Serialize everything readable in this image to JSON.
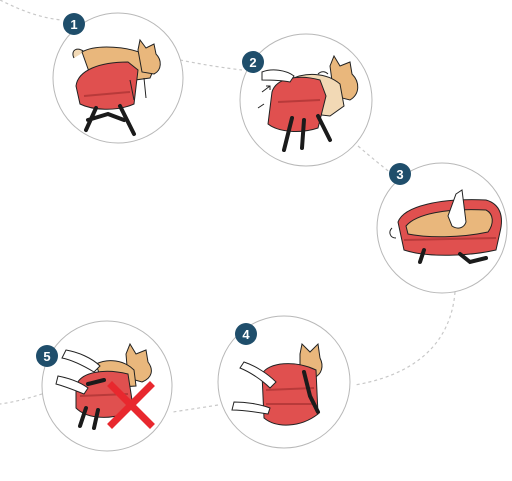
{
  "steps": [
    {
      "number": "1"
    },
    {
      "number": "2"
    },
    {
      "number": "3"
    },
    {
      "number": "4"
    },
    {
      "number": "5"
    }
  ],
  "colors": {
    "badge": "#1f4e6b",
    "carrier_red": "#e0504f",
    "carrier_dark_red": "#b83a3a",
    "dog_tan": "#e9b77c",
    "strap_black": "#1b1b1b",
    "circle_outline": "#b8b8b8",
    "path_line": "#c8c8c8",
    "cross_red": "#e8282e"
  },
  "icons": [
    "dashed-path",
    "prohibited-cross-icon"
  ]
}
